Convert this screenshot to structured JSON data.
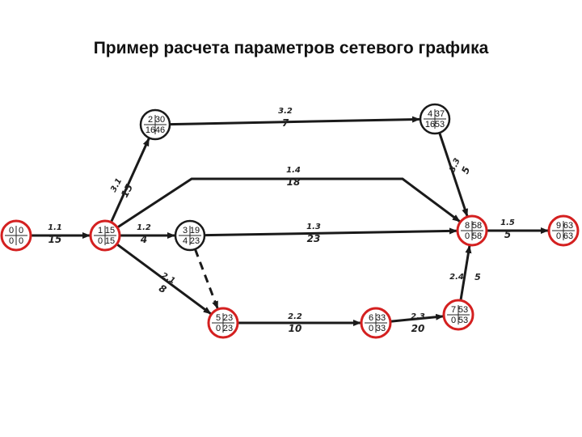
{
  "title": "Пример расчета параметров сетевого графика",
  "colors": {
    "critical": "#d42020",
    "ink": "#1a1a1a",
    "background": "#ffffff"
  },
  "nodes": [
    {
      "id": "n0",
      "values": [
        "0",
        "0",
        "0",
        "0"
      ],
      "critical": true
    },
    {
      "id": "n1",
      "values": [
        "1",
        "15",
        "0",
        "15"
      ],
      "critical": true
    },
    {
      "id": "n2",
      "values": [
        "2",
        "30",
        "16",
        "46"
      ],
      "critical": false
    },
    {
      "id": "n3",
      "values": [
        "3",
        "19",
        "4",
        "23"
      ],
      "critical": false
    },
    {
      "id": "n4",
      "values": [
        "4",
        "37",
        "16",
        "53"
      ],
      "critical": false
    },
    {
      "id": "n5",
      "values": [
        "5",
        "23",
        "0",
        "23"
      ],
      "critical": true
    },
    {
      "id": "n6",
      "values": [
        "6",
        "33",
        "0",
        "33"
      ],
      "critical": true
    },
    {
      "id": "n7",
      "values": [
        "7",
        "53",
        "0",
        "53"
      ],
      "critical": true
    },
    {
      "id": "n8",
      "values": [
        "8",
        "58",
        "0",
        "58"
      ],
      "critical": true
    },
    {
      "id": "n9",
      "values": [
        "9",
        "63",
        "0",
        "63"
      ],
      "critical": true
    }
  ],
  "edges": [
    {
      "id": "e01",
      "code": "1.1",
      "duration": "15"
    },
    {
      "id": "e12",
      "code": "3.1",
      "duration": "15"
    },
    {
      "id": "e13",
      "code": "1.2",
      "duration": "4"
    },
    {
      "id": "e15",
      "code": "2.1",
      "duration": "8"
    },
    {
      "id": "e18",
      "code": "1.4",
      "duration": "18"
    },
    {
      "id": "e24",
      "code": "3.2",
      "duration": "7"
    },
    {
      "id": "e38",
      "code": "1.3",
      "duration": "23"
    },
    {
      "id": "e48",
      "code": "3.3",
      "duration": "5"
    },
    {
      "id": "e56",
      "code": "2.2",
      "duration": "10"
    },
    {
      "id": "e67",
      "code": "2.3",
      "duration": "20"
    },
    {
      "id": "e78",
      "code": "2.4",
      "duration": "5"
    },
    {
      "id": "e89",
      "code": "1.5",
      "duration": "5"
    }
  ]
}
